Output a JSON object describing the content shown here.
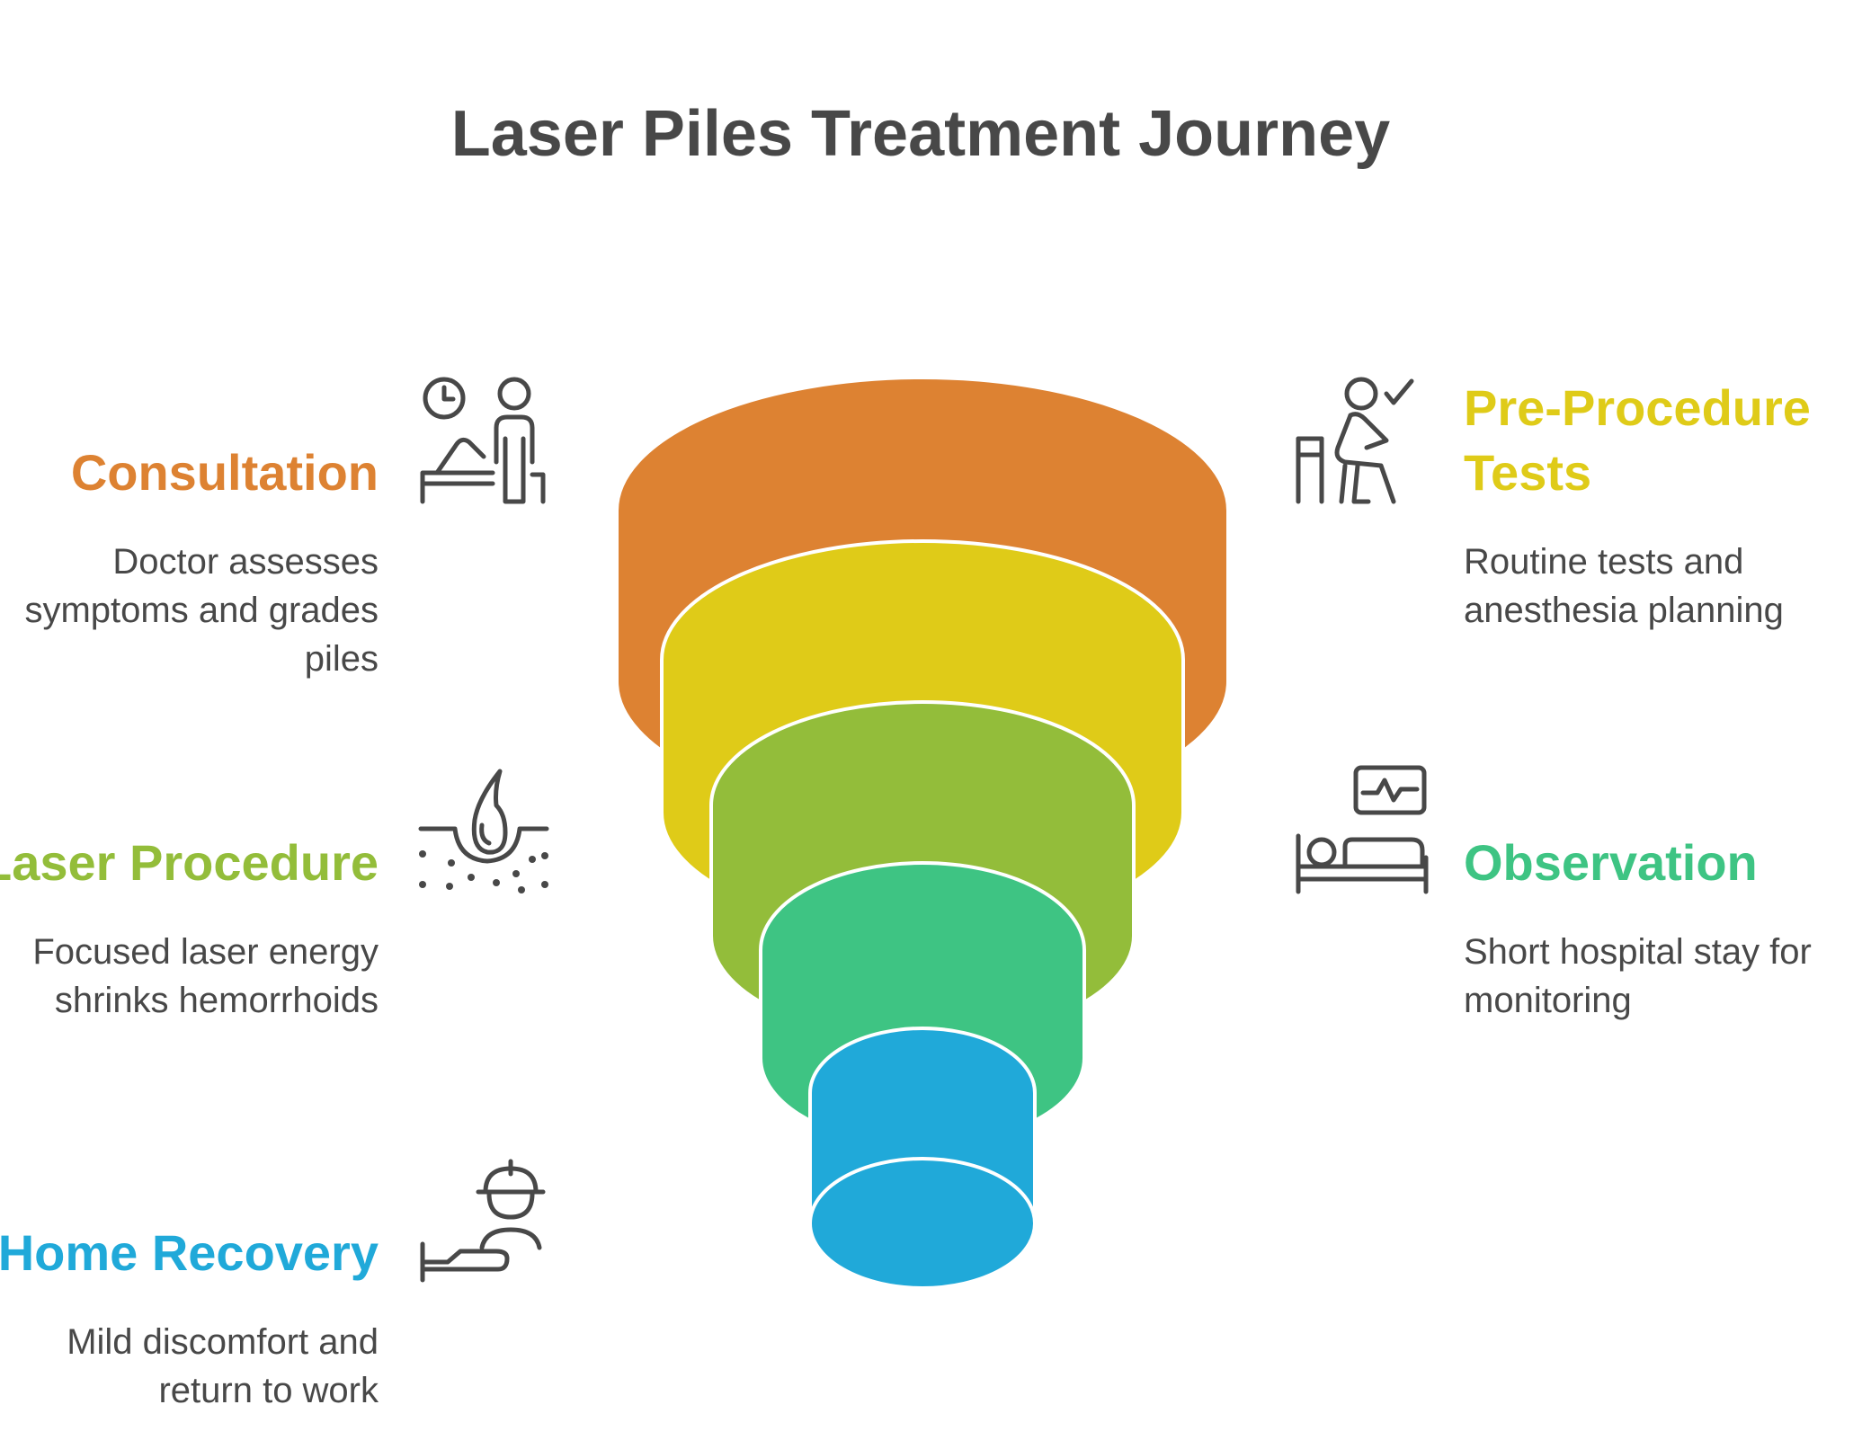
{
  "title": "Laser Piles Treatment Journey",
  "colors": {
    "consultation": "#DD8232",
    "pre_procedure": "#DFCB18",
    "laser_procedure": "#93BD3A",
    "observation": "#3EC483",
    "home_recovery": "#20A9D9",
    "text": "#484848",
    "icon": "#484848"
  },
  "stages": [
    {
      "key": "consultation",
      "heading": "Consultation",
      "description": "Doctor assesses\nsymptoms and grades\npiles",
      "color": "#DD8232",
      "icon": "doctor-patient-icon",
      "side": "left"
    },
    {
      "key": "pre_procedure",
      "heading": "Pre-Procedure\nTests",
      "description": "Routine tests and\nanesthesia planning",
      "color": "#DFCB18",
      "icon": "seated-person-check-icon",
      "side": "right"
    },
    {
      "key": "laser_procedure",
      "heading": "Laser Procedure",
      "description": "Focused laser energy\nshrinks hemorrhoids",
      "color": "#93BD3A",
      "icon": "laser-drop-skin-icon",
      "side": "left"
    },
    {
      "key": "observation",
      "heading": "Observation",
      "description": "Short hospital stay for\nmonitoring",
      "color": "#3EC483",
      "icon": "hospital-bed-monitor-icon",
      "side": "right"
    },
    {
      "key": "home_recovery",
      "heading": "Home Recovery",
      "description": "Mild discomfort and\nreturn to work",
      "color": "#20A9D9",
      "icon": "worker-resting-icon",
      "side": "left"
    }
  ]
}
